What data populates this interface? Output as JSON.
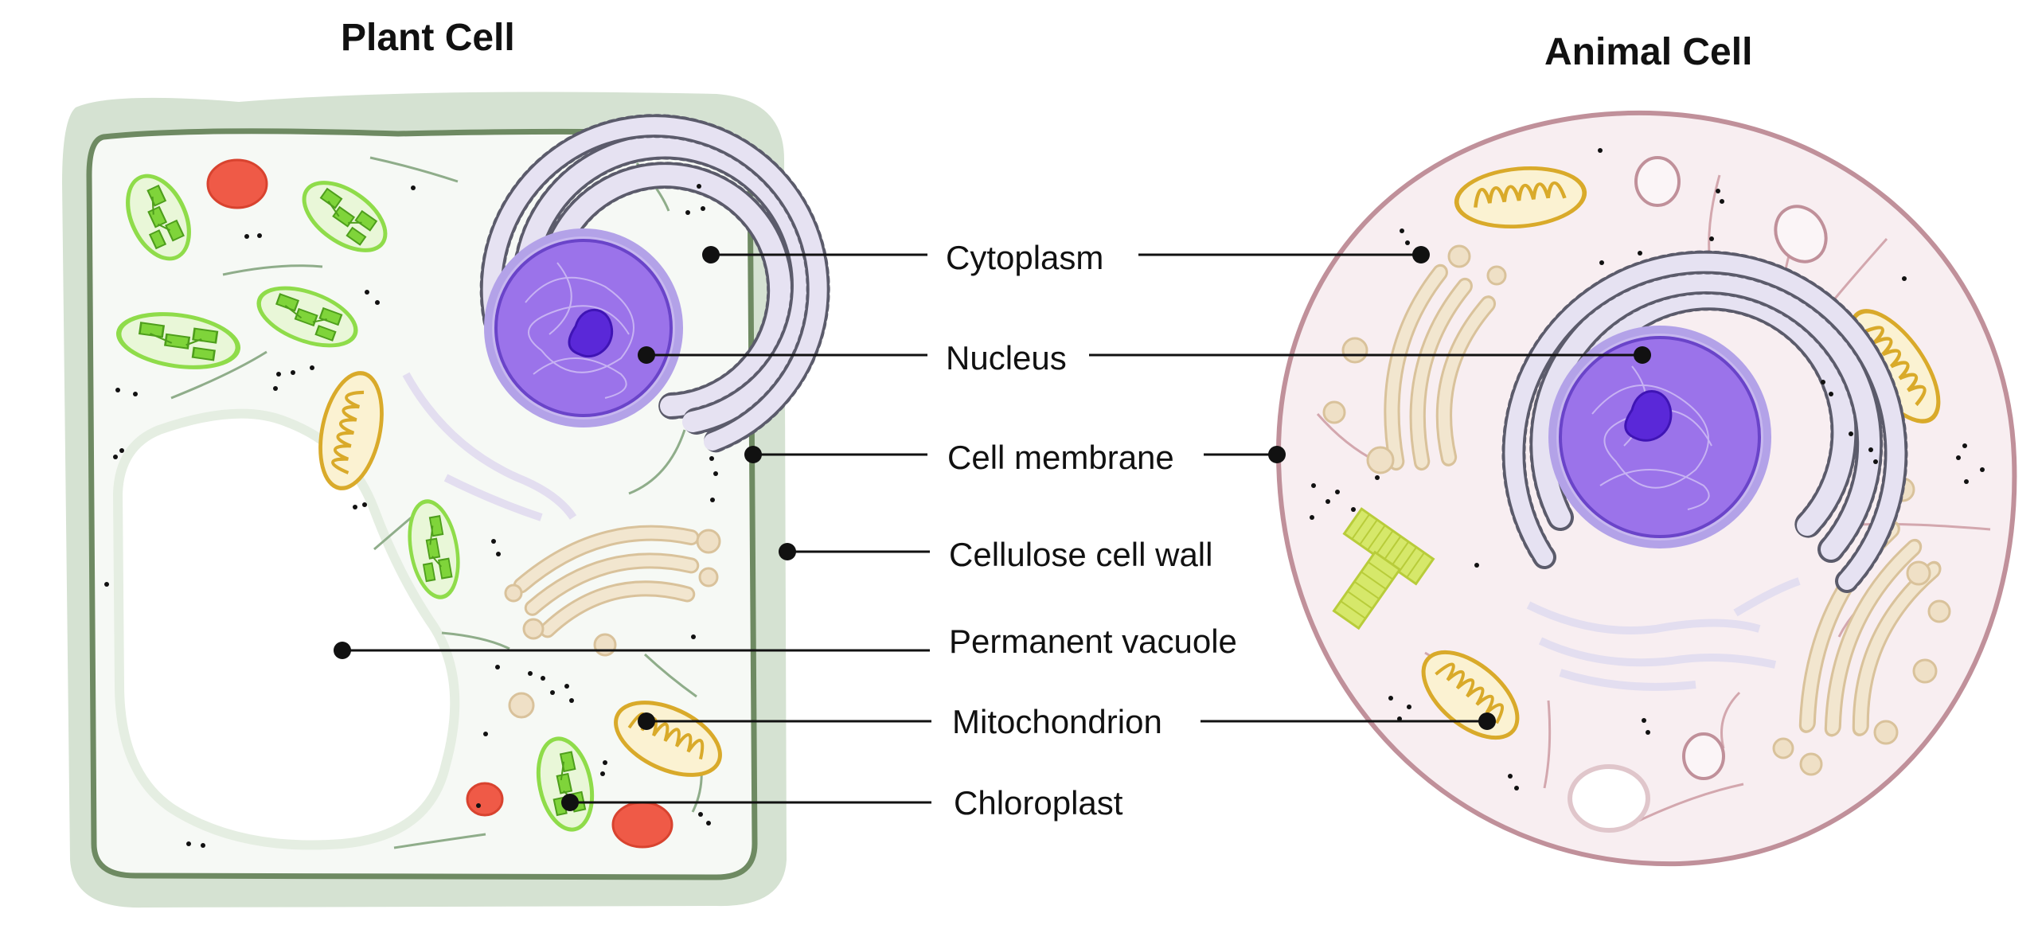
{
  "titles": {
    "plant": "Plant Cell",
    "animal": "Animal Cell"
  },
  "labels": {
    "cytoplasm": "Cytoplasm",
    "nucleus": "Nucleus",
    "cell_membrane": "Cell membrane",
    "cell_wall": "Cellulose cell wall",
    "vacuole": "Permanent vacuole",
    "mitochondrion": "Mitochondrion",
    "chloroplast": "Chloroplast"
  },
  "colors": {
    "cell_wall": "#d5e2d2",
    "plant_membrane": "#6e8a62",
    "plant_cytoplasm": "#f6f9f5",
    "animal_membrane": "#c0909a",
    "animal_cytoplasm": "#f8eef1",
    "nucleus": "#9b73ea",
    "nucleolus": "#5a28d8",
    "er": "#e6e2f2",
    "golgi": "#efe0c6",
    "mitochondrion": "#e7c35c",
    "chloroplast": "#8fdc4a",
    "red_body": "#ef5a47",
    "centriole": "#d6e86a"
  }
}
